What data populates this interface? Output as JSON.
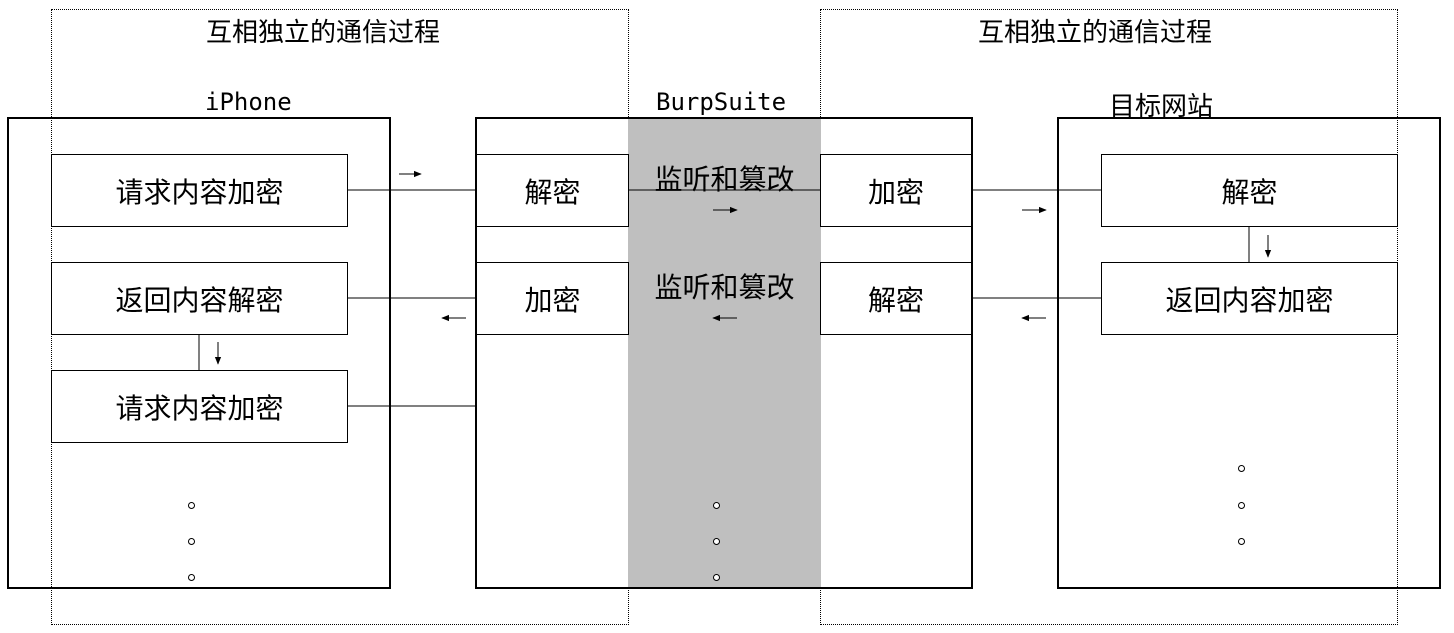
{
  "left_group": {
    "title": "互相独立的通信过程"
  },
  "right_group": {
    "title": "互相独立的通信过程"
  },
  "iphone": {
    "label": "iPhone",
    "boxes": [
      "请求内容加密",
      "返回内容解密",
      "请求内容加密"
    ]
  },
  "burpsuite": {
    "label": "BurpSuite",
    "left_cells": [
      "解密",
      "加密"
    ],
    "right_cells": [
      "加密",
      "解密"
    ],
    "middle": [
      "监听和篡改",
      "监听和篡改"
    ]
  },
  "target": {
    "label": "目标网站",
    "boxes": [
      "解密",
      "返回内容加密"
    ]
  },
  "continuation_symbol": "◦"
}
